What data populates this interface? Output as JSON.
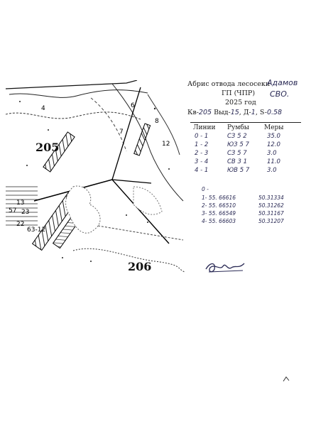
{
  "header": {
    "title_line1": "Абрис отвода лесосеки",
    "title_line2": "ГП (ЧПР)",
    "title_line3": "2025 год",
    "handwritten_name": "Адамов",
    "handwritten_org": "СВО.",
    "kv_label": "Кв-",
    "kv_value": "205",
    "vyd_label": "Выд-",
    "vyd_value": "15",
    "d_label": ", Д-",
    "d_value": "1",
    "s_label": ", S-",
    "s_value": "0.58"
  },
  "table": {
    "headers": [
      "Линии",
      "Румбы",
      "Меры"
    ],
    "rows": [
      {
        "line": "0 - 1",
        "rhumb": "СЗ 5 2",
        "measure": "35.0"
      },
      {
        "line": "1 - 2",
        "rhumb": "ЮЗ 5 7",
        "measure": "12.0"
      },
      {
        "line": "2 - 3",
        "rhumb": "СЗ 5 7",
        "measure": "3.0"
      },
      {
        "line": "3 - 4",
        "rhumb": "СВ 3 1",
        "measure": "11.0"
      },
      {
        "line": "4 - 1",
        "rhumb": "ЮВ 5 7",
        "measure": "3.0"
      }
    ]
  },
  "coordinates": {
    "start": "0 -",
    "rows": [
      {
        "point": "1- 55. 66616",
        "lon": "50.31334"
      },
      {
        "point": "2- 55. 66510",
        "lon": "50.31262"
      },
      {
        "point": "3- 55. 66549",
        "lon": "50.31167"
      },
      {
        "point": "4- 55. 66603",
        "lon": "50.31207"
      }
    ]
  },
  "map": {
    "label_205": "205",
    "label_206": "206",
    "fragments": [
      "4",
      "6",
      "8",
      "7",
      "12",
      "13",
      "22",
      "23",
      "57",
      "63-12"
    ]
  },
  "colors": {
    "ink": "#1a1a1a",
    "hand_ink": "#2a2a55",
    "paper": "#ffffff"
  }
}
